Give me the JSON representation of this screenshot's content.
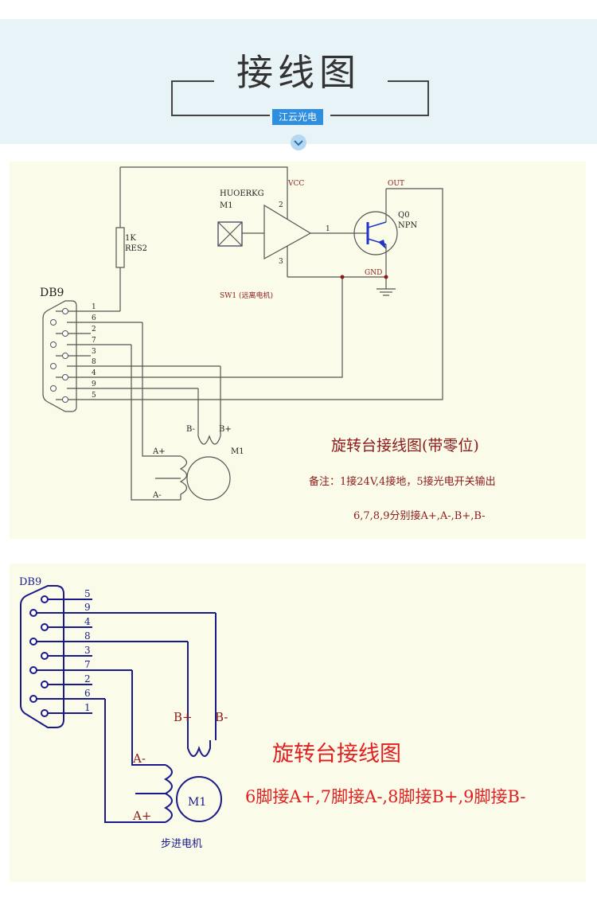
{
  "header": {
    "title": "接线图",
    "brand": "江云光电"
  },
  "diagram1": {
    "labels": {
      "huoerkg": "HUOERKG",
      "m1_sensor": "M1",
      "vcc": "VCC",
      "out": "OUT",
      "q0": "Q0",
      "npn": "NPN",
      "gnd": "GND",
      "sw1": "SW1 (远离电机)",
      "res_value": "1K",
      "res_name": "RES2",
      "db9": "DB9",
      "pin2": "2",
      "pin3": "3",
      "pin1_out": "1",
      "b_minus": "B-",
      "b_plus": "B+",
      "a_plus": "A+",
      "a_minus": "A-",
      "motor": "M1"
    },
    "pins": [
      "1",
      "6",
      "2",
      "7",
      "3",
      "8",
      "4",
      "9",
      "5"
    ],
    "title": "旋转台接线图(带零位)",
    "note1": "备注：1接24V,4接地，5接光电开关输出",
    "note2": "6,7,8,9分别接A+,A-,B+,B-"
  },
  "diagram2": {
    "labels": {
      "db9": "DB9",
      "b_plus": "B+",
      "b_minus": "B-",
      "a_minus": "A-",
      "a_plus": "A+",
      "motor": "M1",
      "motor_caption": "步进电机"
    },
    "pins": [
      "5",
      "9",
      "4",
      "8",
      "3",
      "7",
      "2",
      "6",
      "1"
    ],
    "title": "旋转台接线图",
    "note": "6脚接A+,7脚接A-,8脚接B+,9脚接B-"
  },
  "colors": {
    "header_bg": "#e8f3f7",
    "badge": "#2e8fe0",
    "panel_bg": "#fbfbe9",
    "wire1": "#555555",
    "wire2": "#1a1a8c",
    "accent_red": "#e02020",
    "dark_red": "#8b1a1a"
  }
}
